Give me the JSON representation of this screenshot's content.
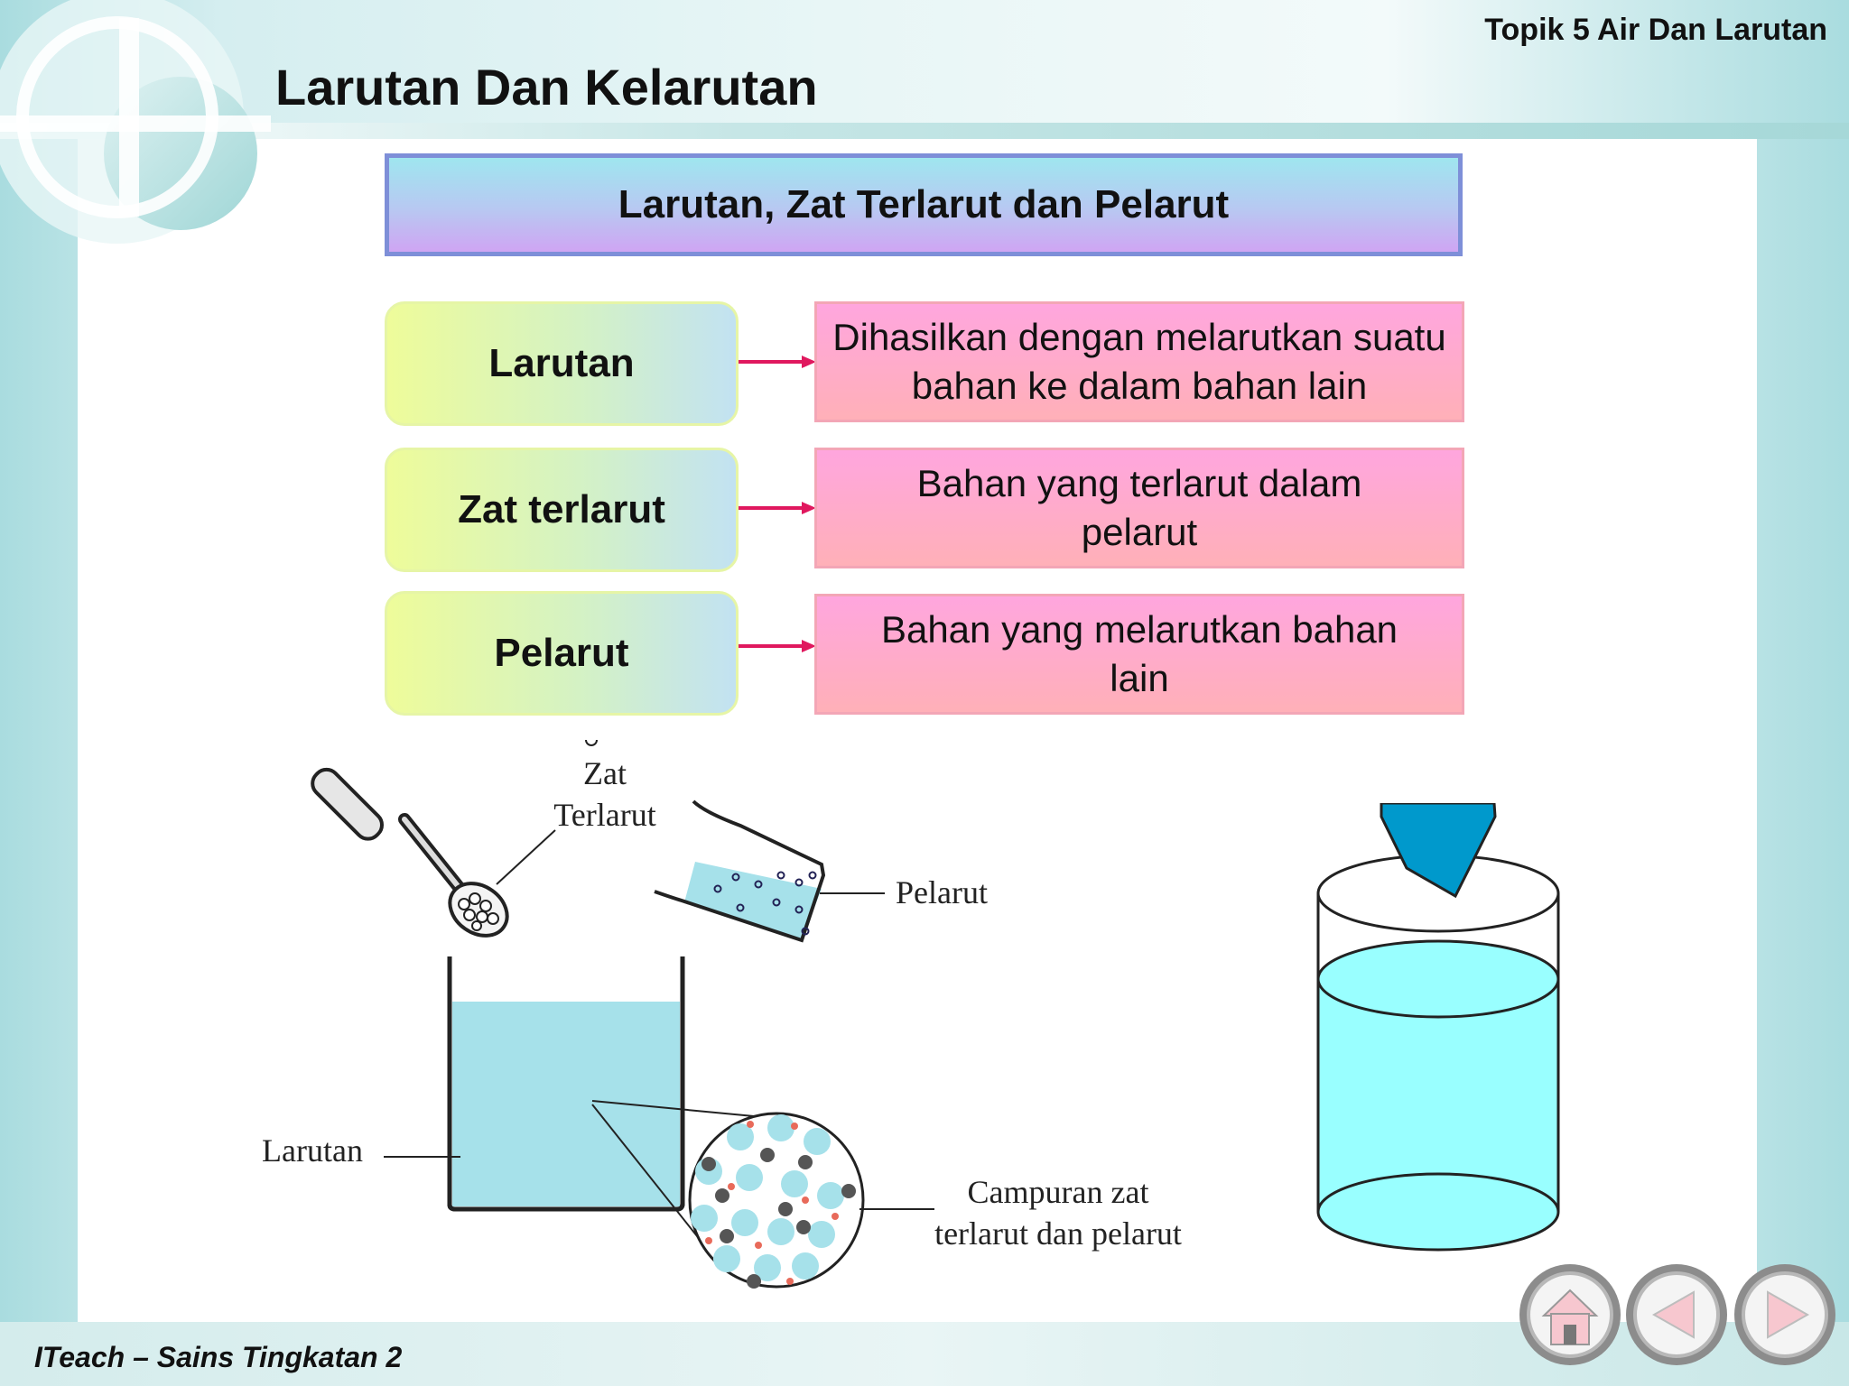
{
  "header": {
    "topic": "Topik 5 Air Dan Larutan",
    "title": "Larutan Dan Kelarutan"
  },
  "section_heading": "Larutan, Zat Terlarut dan Pelarut",
  "definitions": [
    {
      "term": "Larutan",
      "description": "Dihasilkan dengan melarutkan suatu bahan ke dalam bahan lain"
    },
    {
      "term": "Zat terlarut",
      "description": "Bahan yang terlarut dalam pelarut"
    },
    {
      "term": "Pelarut",
      "description": "Bahan yang melarutkan bahan lain"
    }
  ],
  "figure": {
    "label_solute_line1": "Zat",
    "label_solute_line2": "Terlarut",
    "label_solvent": "Pelarut",
    "label_solution": "Larutan",
    "label_mixture_line1": "Campuran zat",
    "label_mixture_line2": "terlarut dan pelarut"
  },
  "footer": {
    "text": "ITeach – Sains Tingkatan 2"
  },
  "nav": {
    "home_icon": "home-icon",
    "back_icon": "triangle-left-icon",
    "next_icon": "triangle-right-icon"
  },
  "colors": {
    "arrow": "#e0185e",
    "liquid": "#a6e1ea",
    "glass_liquid": "#99ffff",
    "crystal": "#0099cc"
  }
}
